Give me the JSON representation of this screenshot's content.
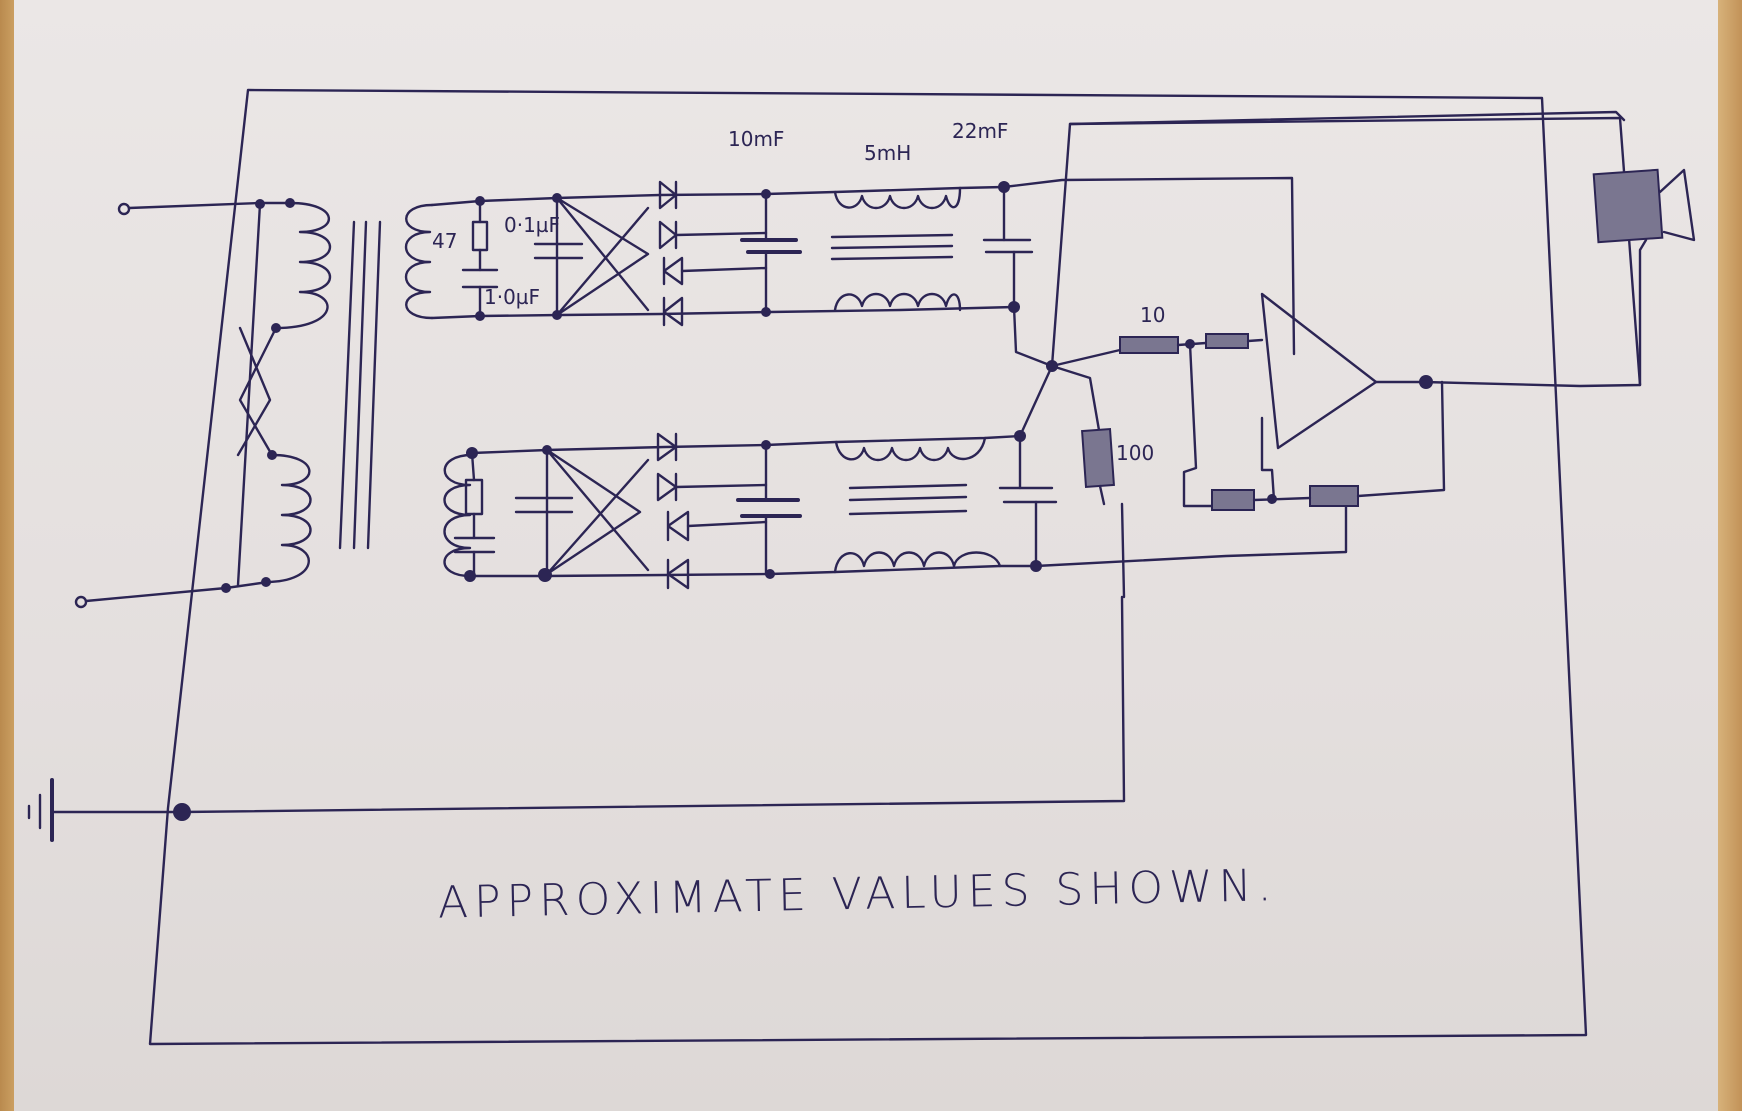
{
  "labels": {
    "c_top_left": "10mF",
    "inductor_top": "5mH",
    "c_top_right": "22mF",
    "r_snubber": "47",
    "c_small": "0·1µF",
    "c_med": "1·0µF",
    "r_input": "10",
    "r_feedback": "100"
  },
  "caption": "APPROXIMATE   VALUES SHOWN.",
  "colors": {
    "ink": "#2c2554",
    "paper": "#e7e2e0"
  }
}
